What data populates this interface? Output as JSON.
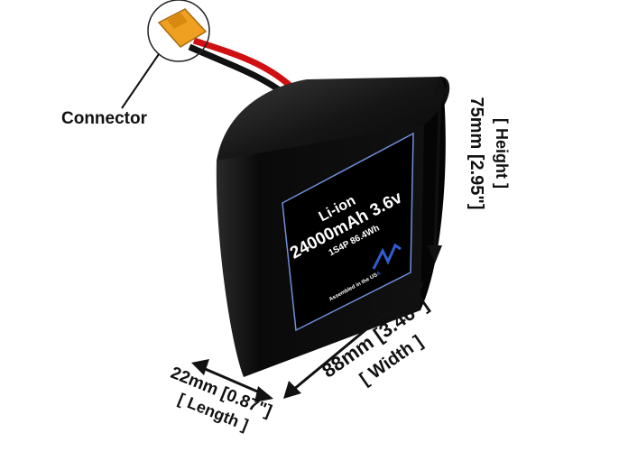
{
  "product": {
    "chemistry": "Li-ion",
    "capacity_voltage": "24000mAh 3.6v",
    "config_energy": "1S4P 86.4Wh",
    "assembled": "Assembled in the US",
    "assembled_suffix": "A"
  },
  "callouts": {
    "connector": "Connector",
    "height": "75mm [2.95\"]",
    "height_label": "[ Height ]",
    "width": "88mm [3.46\"]",
    "width_label": "[ Width ]",
    "length": "22mm [0.87\"]",
    "length_label": "[ Length ]"
  },
  "colors": {
    "connector": "#f0a020",
    "wire_red": "#d01010",
    "wire_black": "#111111",
    "label_border": "#6f8fd8",
    "logo": "#2f5fd0"
  }
}
